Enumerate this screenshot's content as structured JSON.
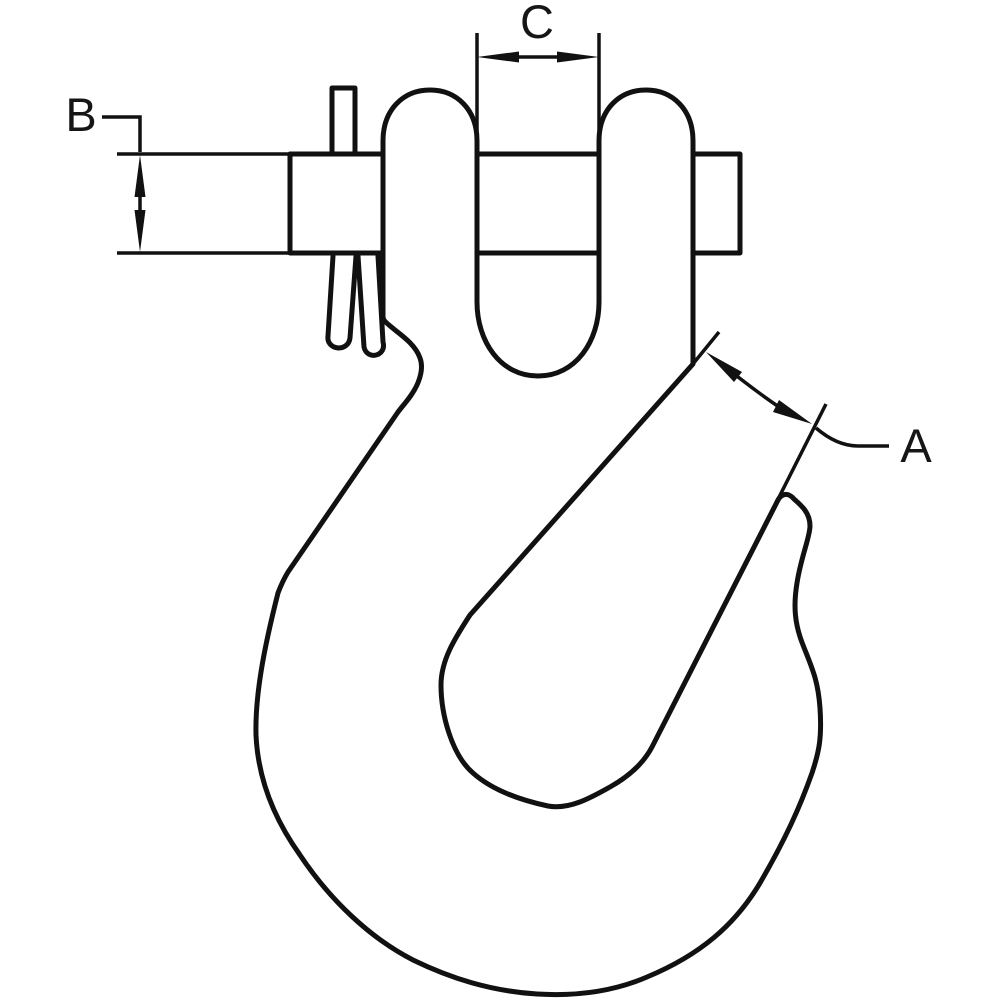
{
  "figure": {
    "type": "technical-line-drawing",
    "subject": "clevis-grab-hook",
    "background_color": "#ffffff",
    "line_color": "#111111"
  },
  "dimensions": {
    "a": {
      "label": "A"
    },
    "b": {
      "label": "B"
    },
    "c": {
      "label": "C"
    }
  }
}
